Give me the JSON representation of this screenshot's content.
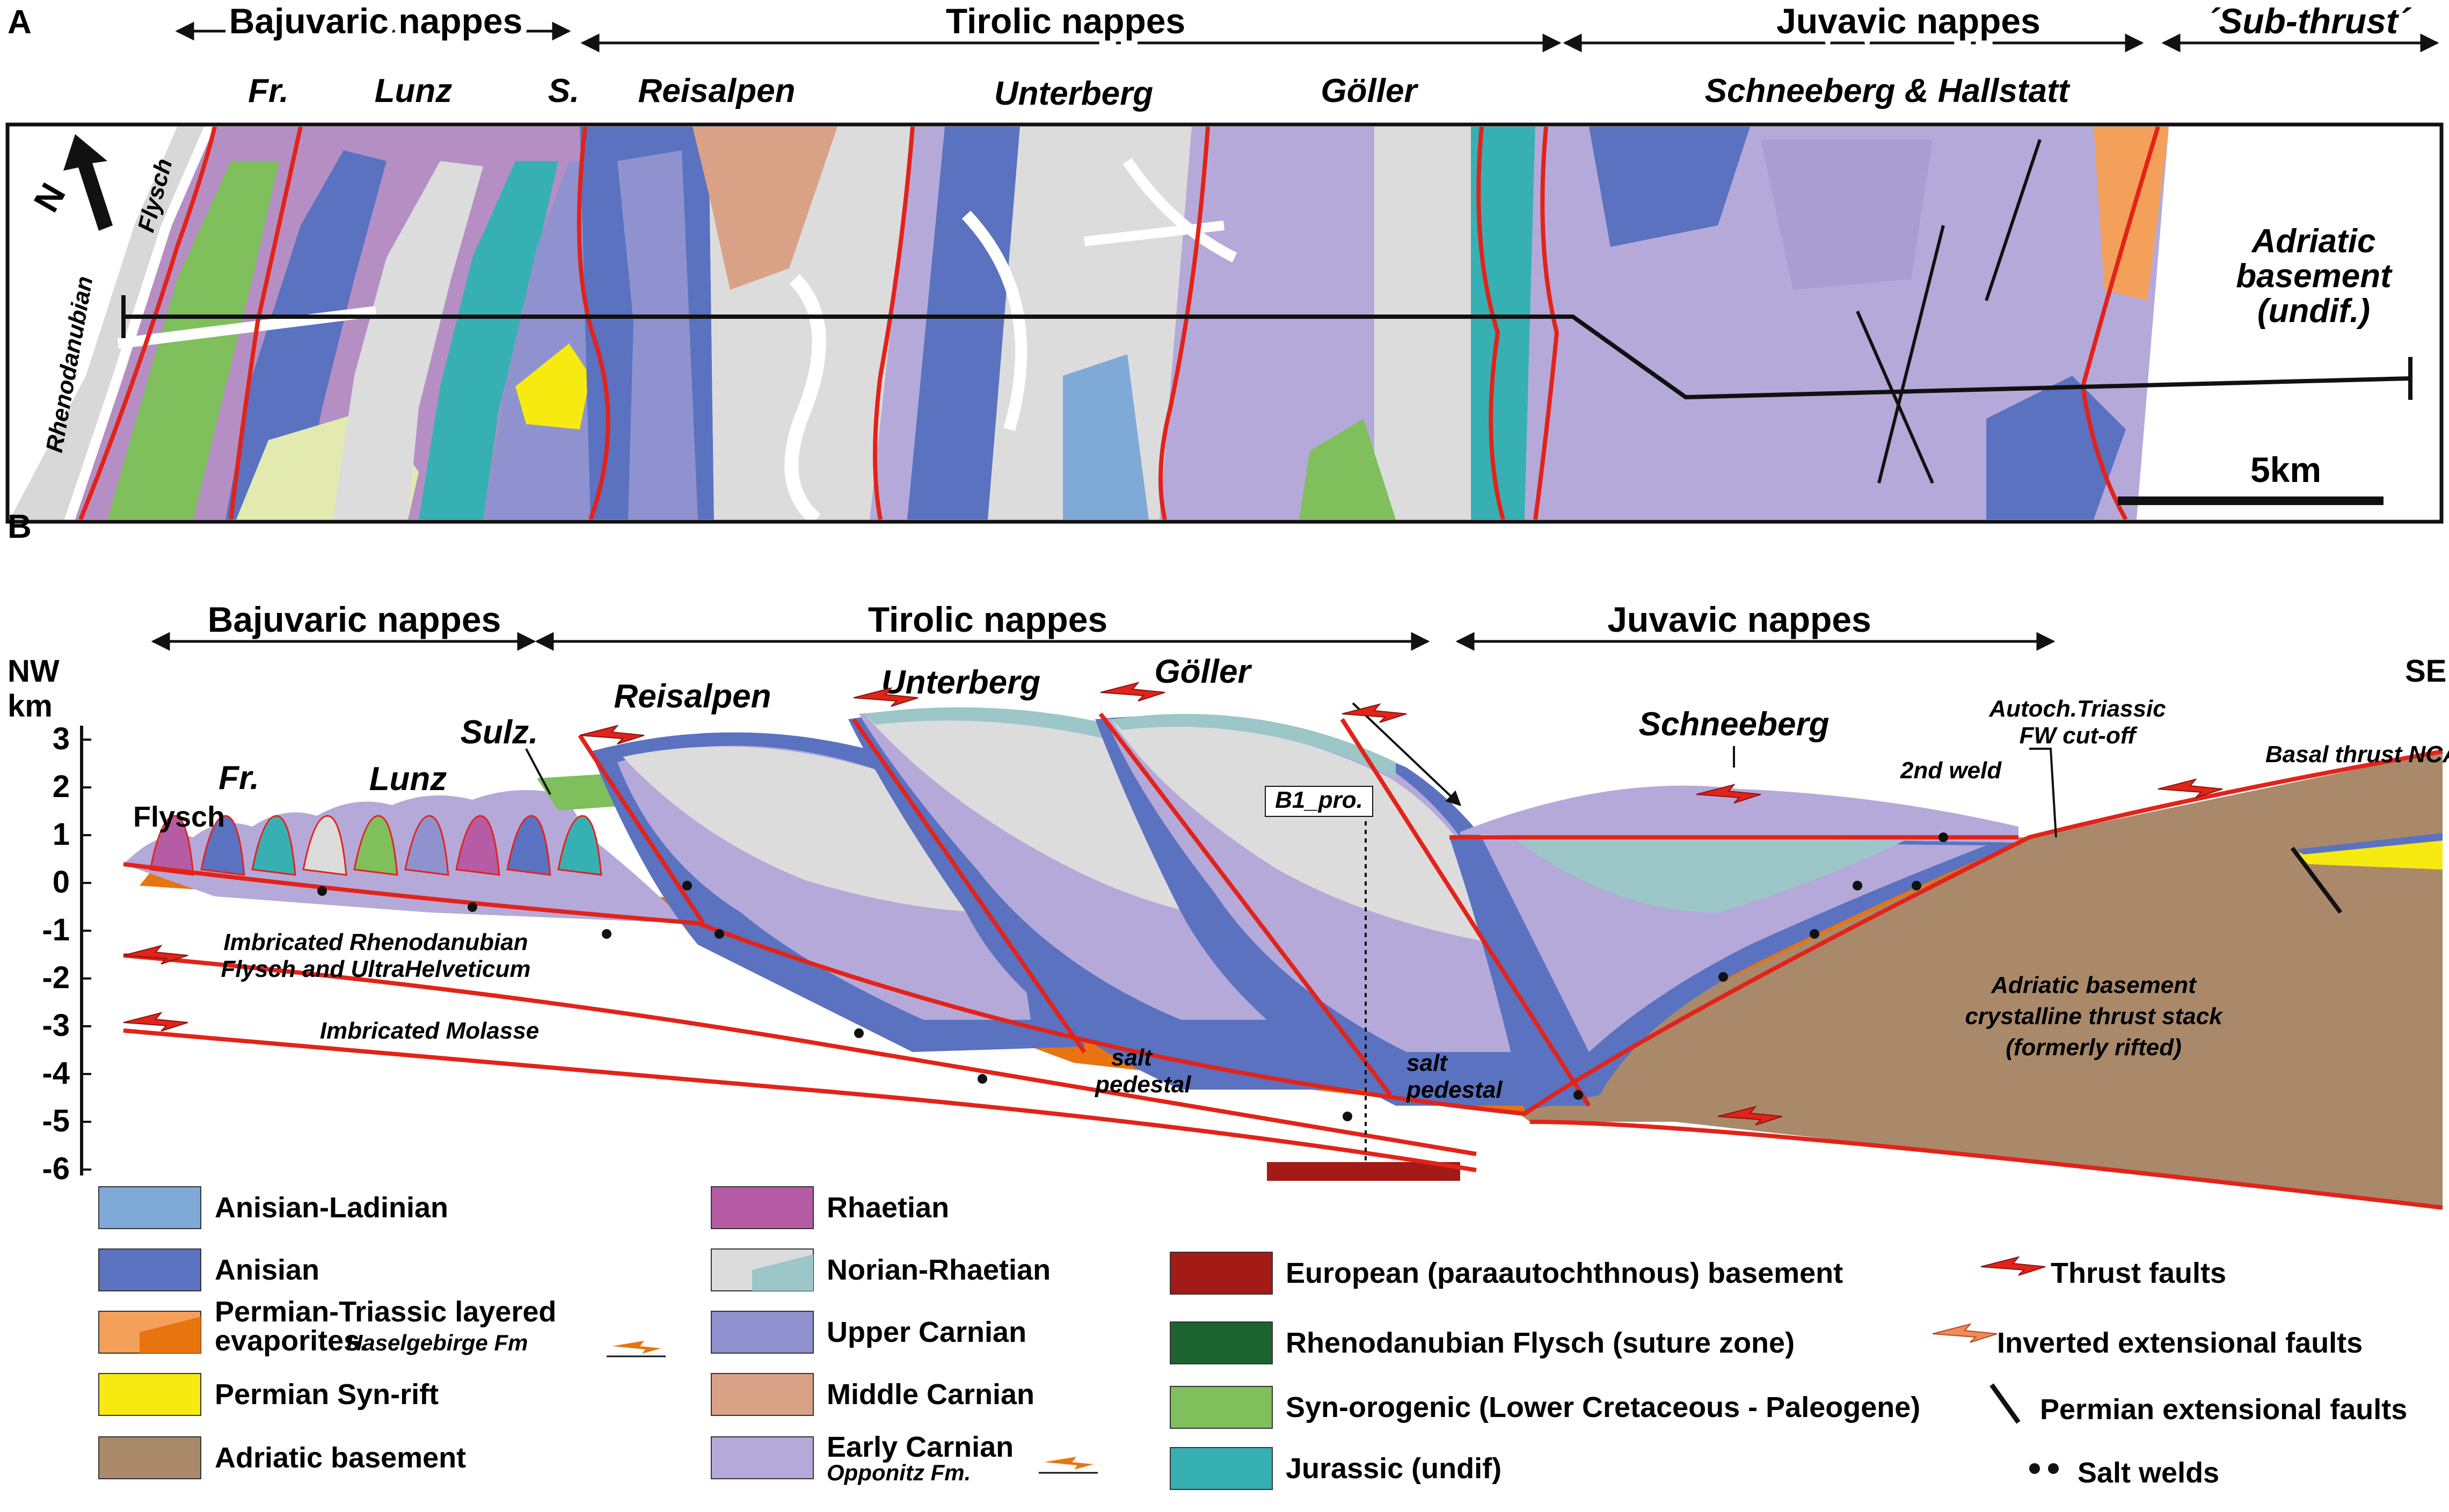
{
  "panel_a": {
    "letter": "A",
    "nappes": {
      "bajuvaric": "Bajuvaric nappes",
      "tirolic": "Tirolic nappes",
      "juvavic": "Juvavic nappes",
      "subthrust": "´Sub-thrust´"
    },
    "units": {
      "fr": "Fr.",
      "lunz": "Lunz",
      "s": "S.",
      "reisalpen": "Reisalpen",
      "unterberg": "Unterberg",
      "goller": "Göller",
      "schneeberg_hallstatt": "Schneeberg & Hallstatt"
    },
    "north": "N",
    "flysch": "Flysch",
    "rhenodanubian": "Rhenodanubian",
    "adriatic_line1": "Adriatic",
    "adriatic_line2": "basement",
    "adriatic_line3": "(undif.)",
    "scale": "5km"
  },
  "panel_b": {
    "letter": "B",
    "nappes": {
      "bajuvaric": "Bajuvaric nappes",
      "tirolic": "Tirolic nappes",
      "juvavic": "Juvavic nappes"
    },
    "nw": "NW",
    "se": "SE",
    "km": "km",
    "depth_ticks": [
      "3",
      "2",
      "1",
      "0",
      "-1",
      "-2",
      "-3",
      "-4",
      "-5",
      "-6"
    ],
    "units": {
      "fr": "Fr.",
      "lunz": "Lunz",
      "sulz": "Sulz.",
      "reisalpen": "Reisalpen",
      "unterberg": "Unterberg",
      "goller": "Göller",
      "schneeberg": "Schneeberg",
      "flysch": "Flysch"
    },
    "labels": {
      "b1": "B1_pro.",
      "weld2": "2nd weld",
      "autoch1": "Autoch.Triassic",
      "autoch2": "FW cut-off",
      "basal": "Basal thrust NCA",
      "imbr_rheno1": "Imbricated Rhenodanubian",
      "imbr_rheno2": "Flysch and UltraHelveticum",
      "imbr_molasse": "Imbricated Molasse",
      "salt": "salt",
      "pedestal": "pedestal",
      "adriatic1": "Adriatic basement",
      "adriatic2": "crystalline thrust stack",
      "adriatic3": "(formerly rifted)"
    }
  },
  "legend": {
    "col1": [
      {
        "label": "Anisian-Ladinian",
        "color": "#7faad8"
      },
      {
        "label": "Anisian",
        "color": "#5a72c0"
      },
      {
        "label": "Permian-Triassic layered",
        "label2": "evaporites.",
        "sub": "Haselgebirge Fm",
        "color": "#f4a05a",
        "color2": "#e8740f"
      },
      {
        "label": "Permian Syn-rift",
        "color": "#f7ea10"
      },
      {
        "label": "Adriatic basement",
        "color": "#a9896a"
      }
    ],
    "col2": [
      {
        "label": "Rhaetian",
        "color": "#b55ca4"
      },
      {
        "label": "Norian-Rhaetian",
        "color": "#dcdcdc",
        "color2": "#9cc6c8"
      },
      {
        "label": "Upper Carnian",
        "color": "#8f92cf"
      },
      {
        "label": "Middle Carnian",
        "color": "#d9a287"
      },
      {
        "label": "Early Carnian",
        "sub": "Opponitz Fm.",
        "color": "#b5a9d9"
      }
    ],
    "col3": [
      {
        "label": "European (paraautochthnous) basement",
        "color": "#a31a16"
      },
      {
        "label": "Rhenodanubian Flysch (suture zone)",
        "color": "#1d6330"
      },
      {
        "label": "Syn-orogenic (Lower Cretaceous - Paleogene)",
        "color": "#7fbf5c"
      },
      {
        "label": "Jurassic (undif)",
        "color": "#37b0b3"
      }
    ],
    "col4": [
      {
        "label": "Thrust faults"
      },
      {
        "label": "Inverted extensional faults"
      },
      {
        "label": "Permian extensional faults"
      },
      {
        "label": "Salt welds"
      }
    ]
  },
  "colors": {
    "fault_red": "#e2231a",
    "anisian": "#5a72c0",
    "early_carnian": "#b5a9d9",
    "norian": "#dcdcdc",
    "evaporite": "#e8740f",
    "basement": "#a9896a",
    "jurassic": "#37b0b3"
  }
}
